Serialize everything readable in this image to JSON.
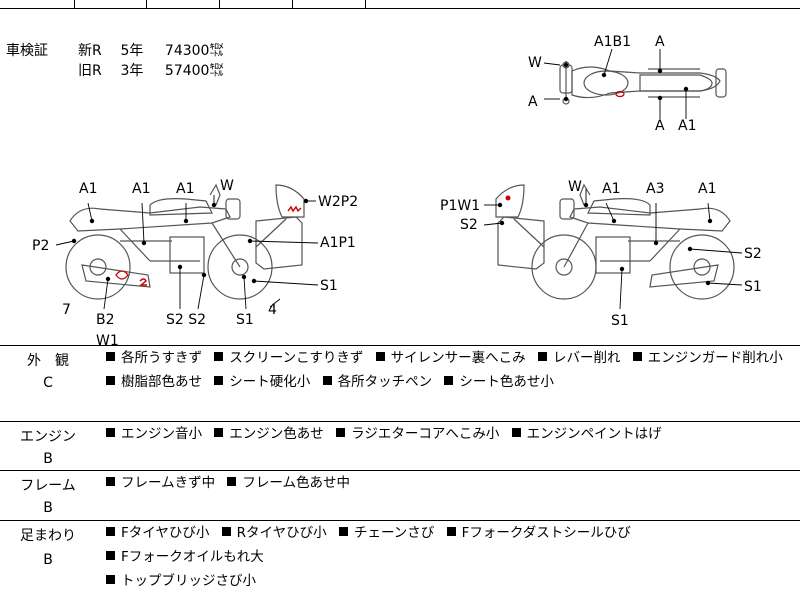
{
  "shaken": {
    "label": "車検証",
    "rows": [
      {
        "prefix": "新R",
        "years": "5年",
        "km": "74300㌖"
      },
      {
        "prefix": "旧R",
        "years": "3年",
        "km": "57400㌖"
      }
    ]
  },
  "top_view": {
    "a1b1": "A1B1",
    "a_top": "A",
    "w": "W",
    "a_left": "A",
    "a_bottom": "A",
    "a1": "A1"
  },
  "left_view": {
    "a1_1": "A1",
    "a1_2": "A1",
    "a1_3": "A1",
    "w": "W",
    "w2p2": "W2P2",
    "p2": "P2",
    "a1p1": "A1P1",
    "s1_right": "S1",
    "n7": "7",
    "b2": "B2",
    "w1": "W1",
    "s2s2": "S2 S2",
    "s1_bottom": "S1",
    "n4": "4"
  },
  "right_view": {
    "p1w1": "P1W1",
    "s2_top": "S2",
    "w": "W",
    "a1_1": "A1",
    "a3": "A3",
    "a1_2": "A1",
    "s2_right": "S2",
    "s1_right": "S1",
    "s1_bottom": "S1"
  },
  "sections": [
    {
      "name": "外　観",
      "grade": "C",
      "lines": [
        [
          "各所うすきず",
          "スクリーンこすりきず",
          "サイレンサー裏へこみ",
          "レバー削れ",
          "エンジンガード削れ小"
        ],
        [
          "樹脂部色あせ",
          "シート硬化小",
          "各所タッチペン",
          "シート色あせ小"
        ]
      ]
    },
    {
      "name": "エンジン",
      "grade": "B",
      "lines": [
        [
          "エンジン音小",
          "エンジン色あせ",
          "ラジエターコアへこみ小",
          "エンジンペイントはげ"
        ]
      ]
    },
    {
      "name": "フレーム",
      "grade": "B",
      "lines": [
        [
          "フレームきず中",
          "フレーム色あせ中"
        ]
      ]
    },
    {
      "name": "足まわり",
      "grade": "B",
      "lines": [
        [
          "Fタイヤひび小",
          "Rタイヤひび小",
          "チェーンさび",
          "Fフォークダストシールひび",
          "Fフォークオイルもれ大"
        ],
        [
          "トップブリッジさび小"
        ]
      ]
    }
  ]
}
